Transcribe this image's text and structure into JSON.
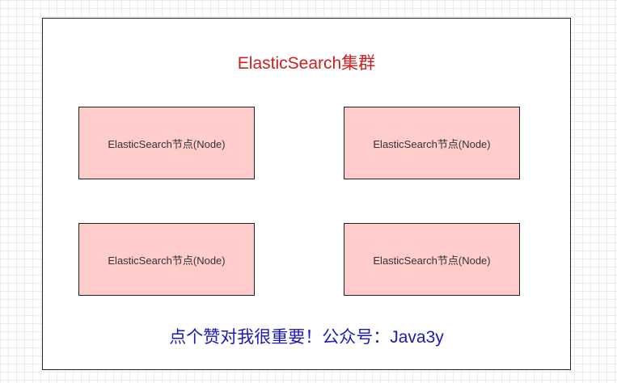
{
  "cluster": {
    "title": "ElasticSearch集群"
  },
  "nodes": [
    {
      "label": "ElasticSearch节点(Node)"
    },
    {
      "label": "ElasticSearch节点(Node)"
    },
    {
      "label": "ElasticSearch节点(Node)"
    },
    {
      "label": "ElasticSearch节点(Node)"
    }
  ],
  "footer": {
    "text": "点个赞对我很重要！公众号：Java3y"
  },
  "colors": {
    "title": "#cc1f1f",
    "node_fill": "#ffcccc",
    "border": "#222222",
    "footer_text": "#1a1ab8"
  }
}
